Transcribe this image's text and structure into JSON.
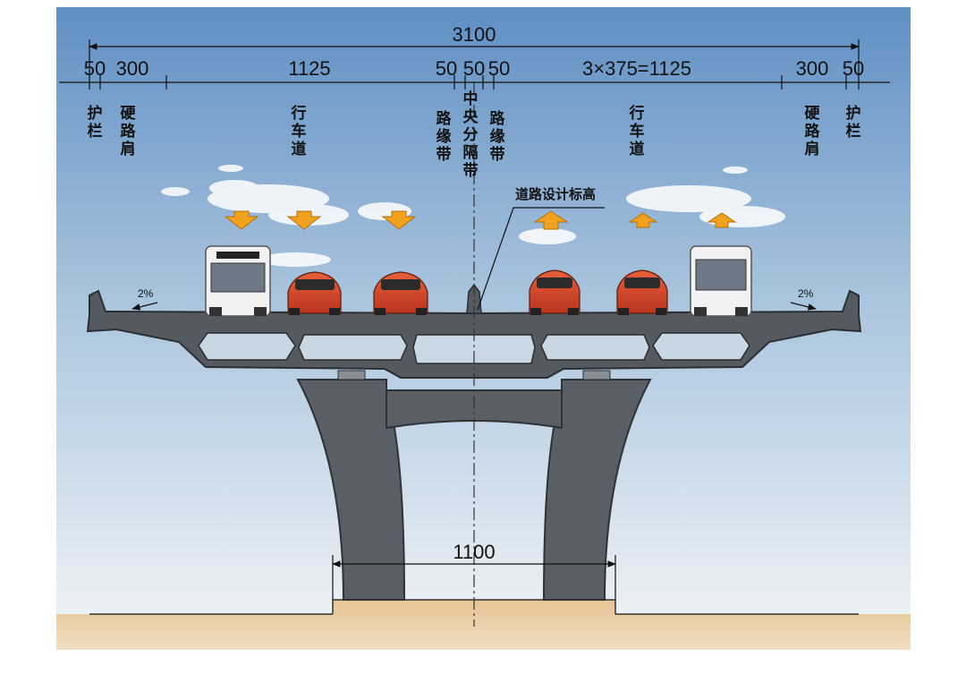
{
  "dimensions": {
    "total": "3100",
    "seg_guard_left": "50",
    "seg_shoulder_left": "300",
    "seg_lanes_left": "1125",
    "seg_edge_left": "50",
    "seg_median": "50",
    "seg_edge_right": "50",
    "seg_lanes_right": "3×375=1125",
    "seg_shoulder_right": "300",
    "seg_guard_right": "50",
    "pier_span": "1100"
  },
  "labels": {
    "guardrail_left": "护栏",
    "shoulder_left": "硬路肩",
    "lanes_left": "行车道",
    "edge_strip_left": "路缘带",
    "median": "中央分隔带",
    "edge_strip_right": "路缘带",
    "lanes_right": "行车道",
    "shoulder_right": "硬路肩",
    "guardrail_right": "护栏",
    "design_elevation": "道路设计标高"
  },
  "slopes": {
    "left": "2%",
    "right": "2%"
  },
  "colors": {
    "sky_top": "#5f8fc4",
    "sky_bottom": "#f3f6f8",
    "structure": "#555a60",
    "ground": "#e8c99c",
    "car": "#d9482b",
    "arrow": "#f0a21e"
  }
}
